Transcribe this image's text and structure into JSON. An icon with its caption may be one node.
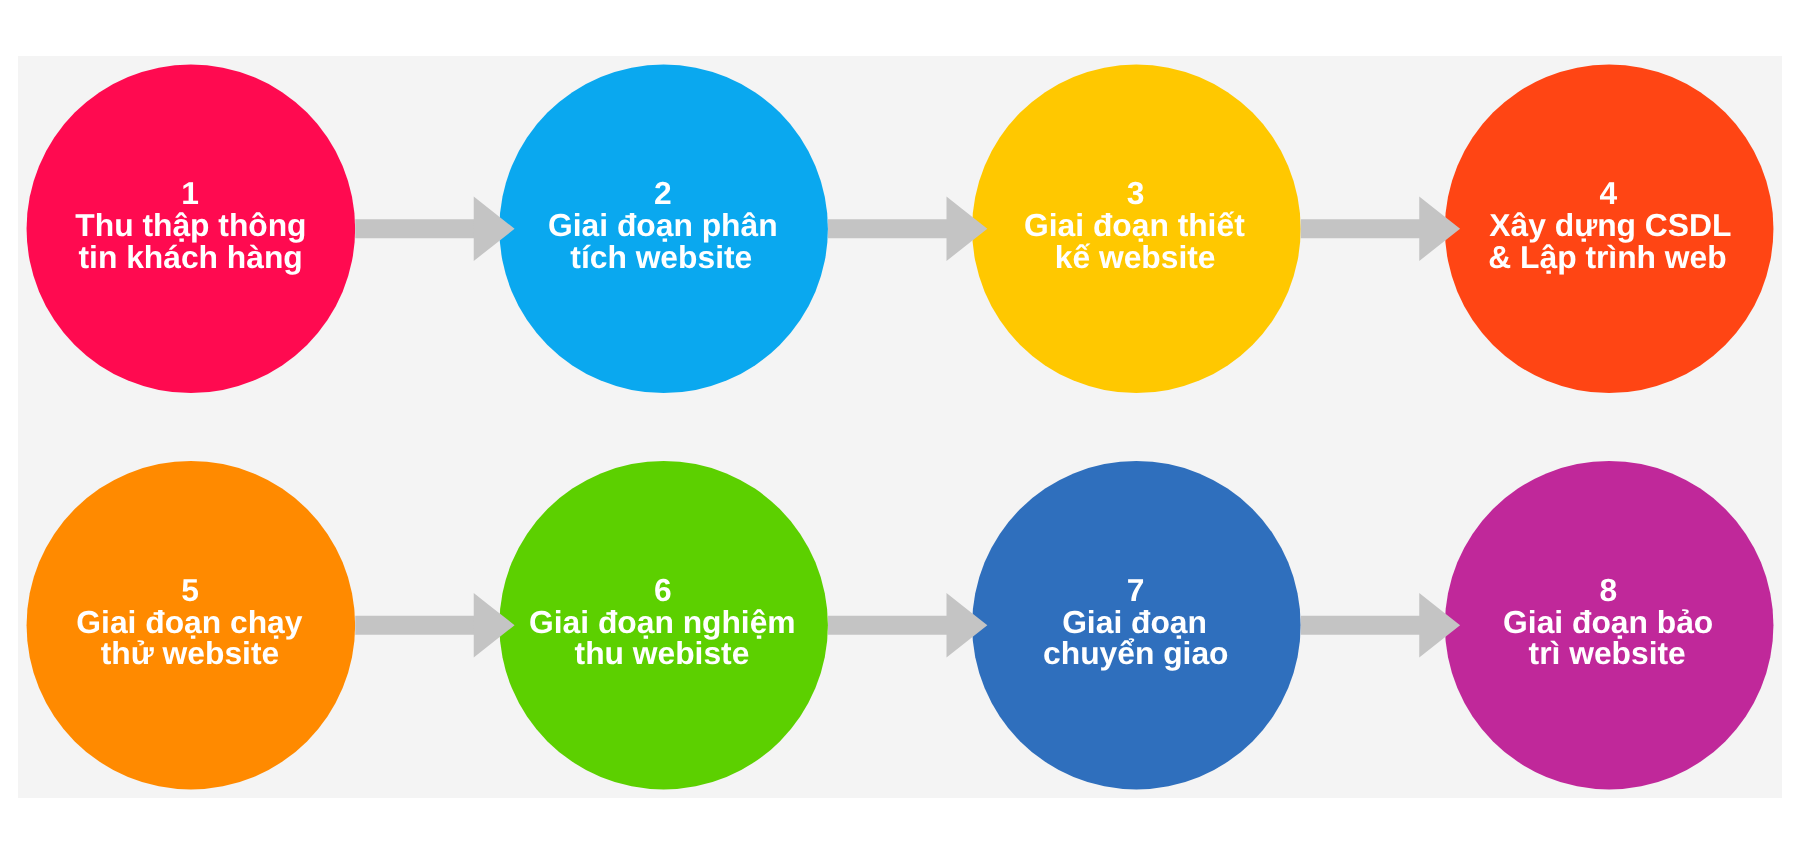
{
  "diagram": {
    "nodes": [
      {
        "text": [
          "1",
          "Thu thập thông tin khách hàng"
        ]
      },
      {
        "text": [
          "2",
          "Giai đoạn phân tích website"
        ]
      },
      {
        "text": [
          "3",
          "Giai đoạn thiết kế website"
        ]
      },
      {
        "text": [
          "4",
          "Xây dựng CSDL & Lập trình web"
        ]
      },
      {
        "text": [
          "5",
          "Giai đoạn chạy thử website"
        ]
      },
      {
        "text": [
          "6",
          "Giai đoạn nghiệm thu webiste"
        ]
      },
      {
        "text": [
          "7",
          "Giai đoạn chuyển giao"
        ]
      },
      {
        "text": [
          "8",
          "Giai đoạn bảo trì website"
        ]
      }
    ],
    "edges": [
      {
        "from": 0,
        "to": 1,
        "arrow": "to"
      },
      {
        "from": 1,
        "to": 2,
        "arrow": "to"
      },
      {
        "from": 2,
        "to": 3,
        "arrow": "to"
      },
      {
        "from": 4,
        "to": 5,
        "arrow": "to"
      },
      {
        "from": 5,
        "to": 6,
        "arrow": "to"
      },
      {
        "from": 6,
        "to": 7,
        "arrow": "to"
      }
    ]
  }
}
